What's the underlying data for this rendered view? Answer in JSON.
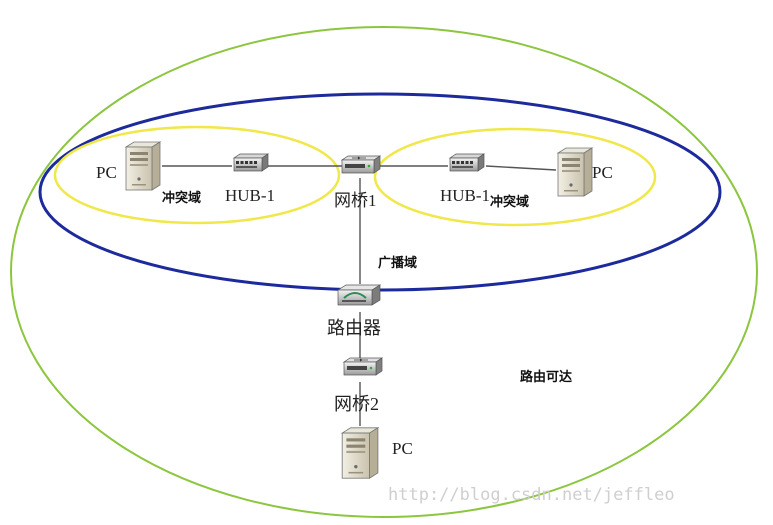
{
  "diagram": {
    "domains": {
      "collision_left": "冲突域",
      "collision_right": "冲突域",
      "broadcast": "广播域",
      "routable": "路由可达"
    },
    "devices": {
      "pc_left": "PC",
      "pc_right": "PC",
      "pc_bottom": "PC",
      "hub_left": "HUB-1",
      "hub_right": "HUB-1",
      "bridge1": "网桥1",
      "router": "路由器",
      "bridge2": "网桥2"
    },
    "watermark": "http://blog.csdn.net/jeffleo"
  },
  "colors": {
    "outer_ellipse": "#8cc63f",
    "broadcast_ellipse": "#1c2a9c",
    "collision_ellipse": "#f0e84a",
    "links": "#555555"
  }
}
